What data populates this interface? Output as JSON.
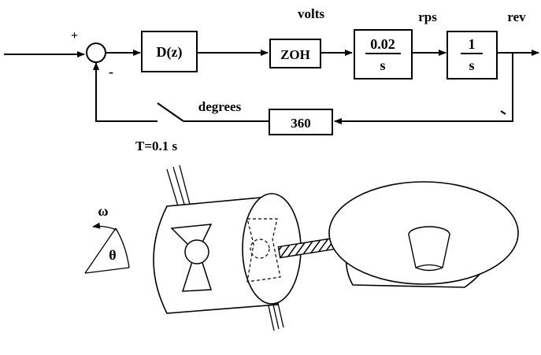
{
  "block_diagram": {
    "sum_plus": "+",
    "sum_minus": "-",
    "controller": "D(z)",
    "hold": "ZOH",
    "plant1_num": "0.02",
    "plant1_den": "s",
    "plant2_num": "1",
    "plant2_den": "s",
    "feedback_gain": "360",
    "signal_volts": "volts",
    "signal_rps": "rps",
    "signal_rev": "rev",
    "signal_degrees": "degrees",
    "sample_period": "T=0.1 s"
  },
  "illustration": {
    "omega": "ω",
    "theta": "θ"
  }
}
